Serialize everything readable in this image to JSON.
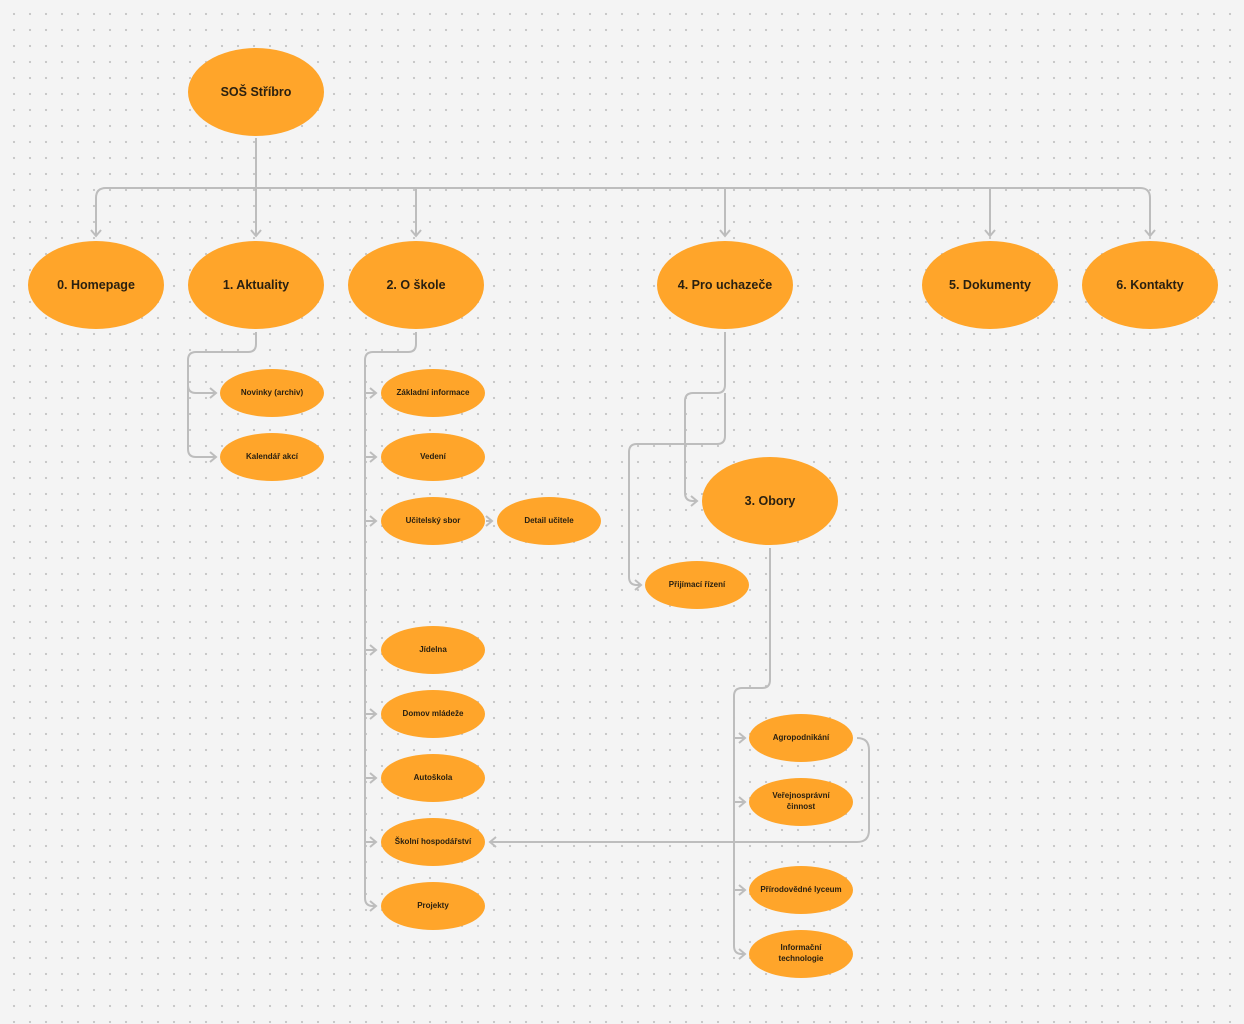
{
  "diagram": {
    "root": {
      "id": "root",
      "label": "SOŠ Stříbro"
    },
    "main": [
      {
        "id": "homepage",
        "label": "0. Homepage"
      },
      {
        "id": "aktuality",
        "label": "1. Aktuality"
      },
      {
        "id": "oskole",
        "label": "2. O škole"
      },
      {
        "id": "uchazece",
        "label": "4. Pro uchazeče"
      },
      {
        "id": "dokumenty",
        "label": "5. Dokumenty"
      },
      {
        "id": "kontakty",
        "label": "6. Kontakty"
      },
      {
        "id": "obory",
        "label": "3. Obory"
      }
    ],
    "sub": [
      {
        "id": "novinky",
        "label": "Novinky (archiv)"
      },
      {
        "id": "kalendar",
        "label": "Kalendář akcí"
      },
      {
        "id": "zakladni",
        "label": "Základní informace"
      },
      {
        "id": "vedeni",
        "label": "Vedení"
      },
      {
        "id": "ucitelsky",
        "label": "Učitelský sbor"
      },
      {
        "id": "detail",
        "label": "Detail učitele"
      },
      {
        "id": "jidelna",
        "label": "Jídelna"
      },
      {
        "id": "domov",
        "label": "Domov mládeže"
      },
      {
        "id": "autoskola",
        "label": "Autoškola"
      },
      {
        "id": "hospodarstvi",
        "label": "Školní hospodářství"
      },
      {
        "id": "projekty",
        "label": "Projekty"
      },
      {
        "id": "prijimaci",
        "label": "Přijímací řízení"
      },
      {
        "id": "agro",
        "label": "Agropodnikání"
      },
      {
        "id": "verejno",
        "label": "Veřejnosprávní činnost"
      },
      {
        "id": "prirodo",
        "label": "Přírodovědné lyceum"
      },
      {
        "id": "it",
        "label": "Informační technologie"
      }
    ],
    "colors": {
      "node": "#ffa52a",
      "edge": "#bdbdbd",
      "text": "#2a2010"
    }
  }
}
